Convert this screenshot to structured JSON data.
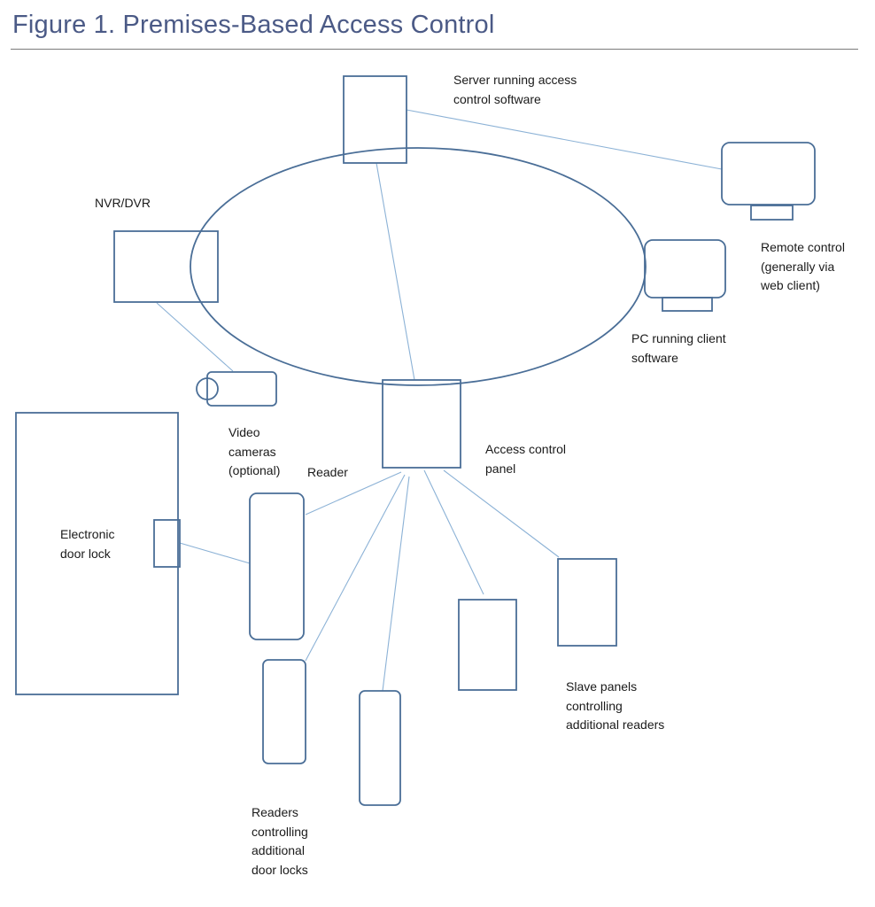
{
  "figure": {
    "title": "Figure 1. Premises-Based Access Control"
  },
  "labels": {
    "server": [
      "Server running access",
      "control software"
    ],
    "nvr": [
      "NVR/DVR"
    ],
    "remote": [
      "Remote control",
      "(generally via",
      "web client)"
    ],
    "pc": [
      "PC running client",
      "software"
    ],
    "cameras": [
      "Video",
      "cameras",
      "(optional)"
    ],
    "reader": [
      "Reader"
    ],
    "panel": [
      "Access control",
      "panel"
    ],
    "lock": [
      "Electronic",
      "door lock"
    ],
    "slaves": [
      "Slave panels",
      "controlling",
      "additional readers"
    ],
    "readers": [
      "Readers",
      "controlling",
      "additional",
      "door locks"
    ]
  },
  "colors": {
    "title": "#4b5a86",
    "shape_stroke": "#4a6e97",
    "connector": "#8cb2d6",
    "rule": "#7a7a7a"
  }
}
